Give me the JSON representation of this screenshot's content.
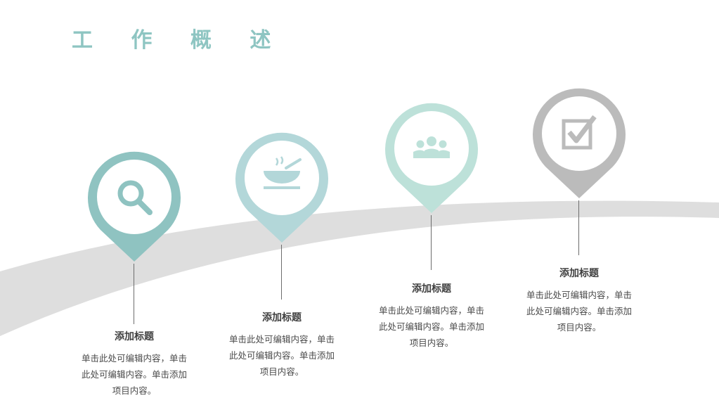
{
  "title": "工 作 概 述",
  "items": [
    {
      "icon": "search-icon",
      "color": "#8fc3c1",
      "heading": "添加标题",
      "desc": [
        "单击此处可编辑内容，单击",
        "此处可编辑内容。单击添加",
        "项目内容。"
      ]
    },
    {
      "icon": "bowl-icon",
      "color": "#b3d7d9",
      "heading": "添加标题",
      "desc": [
        "单击此处可编辑内容，单击",
        "此处可编辑内容。单击添加",
        "项目内容。"
      ]
    },
    {
      "icon": "team-icon",
      "color": "#bde1d9",
      "heading": "添加标题",
      "desc": [
        "单击此处可编辑内容，单击",
        "此处可编辑内容。单击添加",
        "项目内容。"
      ]
    },
    {
      "icon": "checkbox-icon",
      "color": "#bbbbbb",
      "heading": "添加标题",
      "desc": [
        "单击此处可编辑内容，单击",
        "此处可编辑内容。单击添加",
        "项目内容。"
      ]
    }
  ]
}
